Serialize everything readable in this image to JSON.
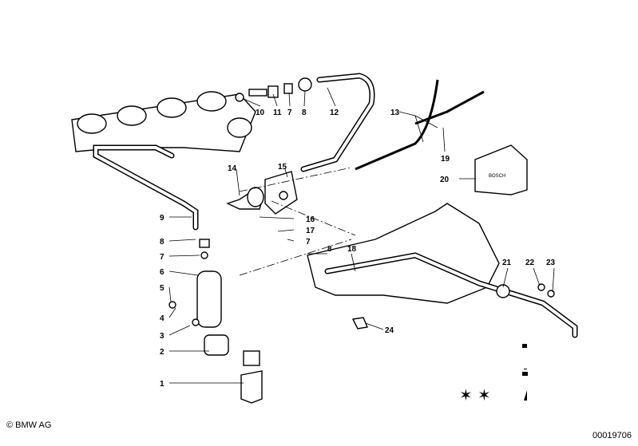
{
  "diagram": {
    "callouts": [
      "1",
      "2",
      "3",
      "4",
      "5",
      "6",
      "7",
      "8",
      "9",
      "10",
      "11",
      "7",
      "8",
      "12",
      "13",
      "14",
      "15",
      "16",
      "17",
      "7",
      "8",
      "18",
      "19",
      "20",
      "21",
      "22",
      "23",
      "24"
    ],
    "symbols": [
      "star-icon",
      "star-icon"
    ],
    "copyright": "© BMW AG",
    "image_code": "00019706",
    "control_unit_label": "BOSCH"
  }
}
